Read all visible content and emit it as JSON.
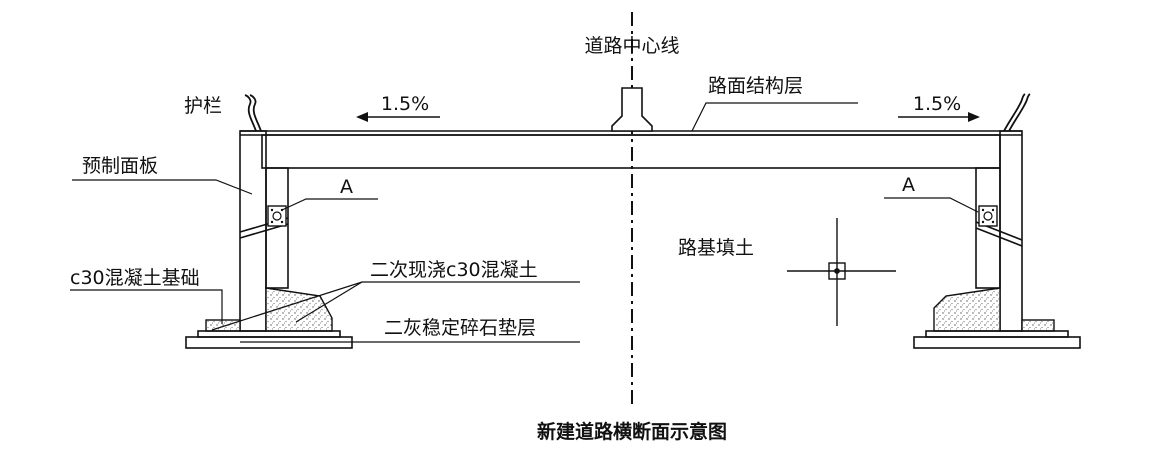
{
  "labels": {
    "centerline": "道路中心线",
    "guardrail": "护栏",
    "slope_left": "1.5%",
    "slope_right": "1.5%",
    "pavement": "路面结构层",
    "precast_panel": "预制面板",
    "detail_left": "A",
    "detail_right": "A",
    "foundation": "c30混凝土基础",
    "secondary_cast": "二次现浇c30混凝土",
    "cushion": "二灰稳定碎石垫层",
    "subgrade": "路基填土"
  },
  "title": "新建道路横断面示意图"
}
